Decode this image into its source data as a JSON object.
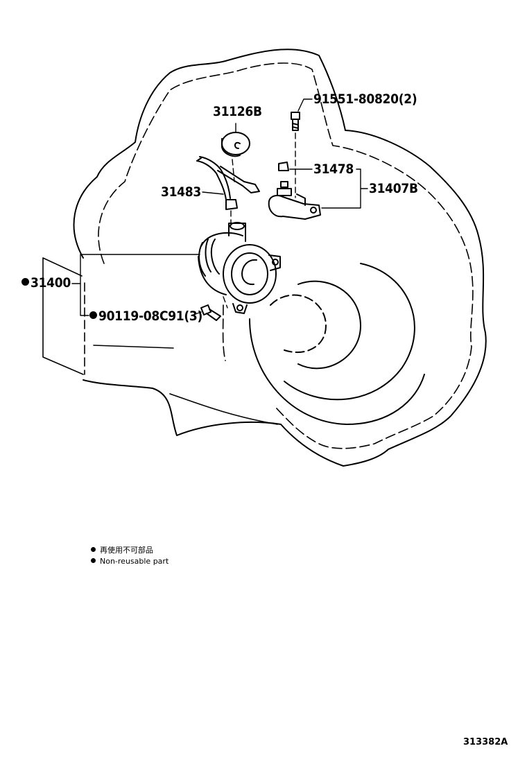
{
  "labels": {
    "gasket_cap": "31126B",
    "bolt": "91551-80820(2)",
    "bleeder_cap": "31478",
    "fitting_assy": "31407B",
    "tube": "31483",
    "release_cylinder": "31400",
    "screw": "90119-08C91(3)"
  },
  "legend": {
    "jp": "再使用不可部品",
    "en": "Non-reusable part"
  },
  "diagram_code": "313382A"
}
